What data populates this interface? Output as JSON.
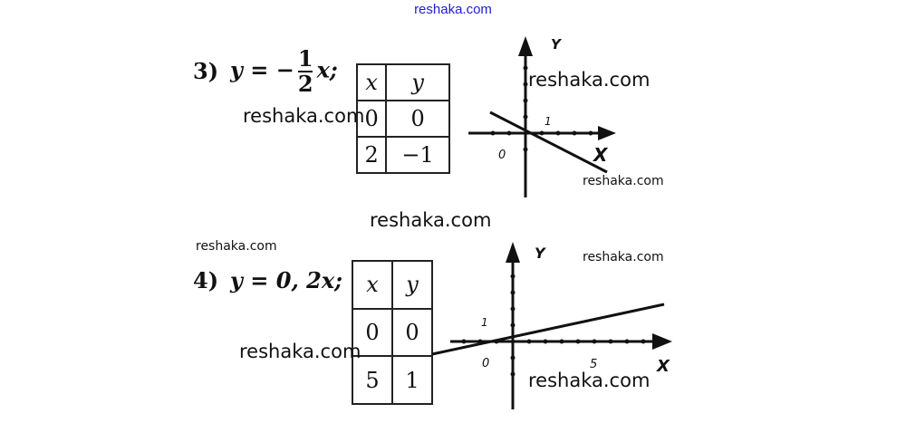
{
  "site_link": "reshaka.com",
  "watermark": "reshaka.com",
  "problems": [
    {
      "number": "3)",
      "equation_lhs": "y = −",
      "fraction_num": "1",
      "fraction_den": "2",
      "equation_rhs": "x;",
      "table": {
        "headers": [
          "x",
          "y"
        ],
        "rows": [
          [
            "0",
            "0"
          ],
          [
            "2",
            "−1"
          ]
        ]
      },
      "graph": {
        "y_label": "Y",
        "x_label": "X",
        "origin_label": "0",
        "tick_label": "1",
        "slope": -0.5
      }
    },
    {
      "number": "4)",
      "equation": "y = 0, 2x;",
      "table": {
        "headers": [
          "x",
          "y"
        ],
        "rows": [
          [
            "0",
            "0"
          ],
          [
            "5",
            "1"
          ]
        ]
      },
      "graph": {
        "y_label": "Y",
        "x_label": "X",
        "origin_label": "0",
        "tick_label_y": "1",
        "tick_label_x": "5",
        "slope": 0.2
      }
    }
  ]
}
